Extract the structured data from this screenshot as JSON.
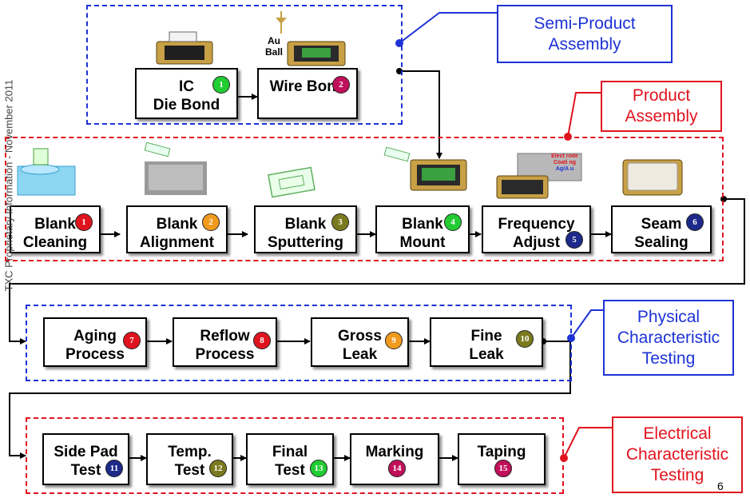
{
  "groups": {
    "semi_product": {
      "label": "Semi-Product Assembly"
    },
    "product": {
      "label": "Product Assembly"
    },
    "physical": {
      "label": "Physical Characteristic Testing"
    },
    "electrical": {
      "label": "Electrical Characteristic Testing"
    }
  },
  "steps": [
    {
      "line1": "IC",
      "line2": "Die Bond",
      "number": "1",
      "badge_color": "#22cc33"
    },
    {
      "line1": "Wire Bond",
      "line2": "",
      "number": "2",
      "badge_color": "#c0105a"
    },
    {
      "line1": "Blank",
      "line2": "Cleaning",
      "number": "1",
      "badge_color": "#e0141e"
    },
    {
      "line1": "Blank",
      "line2": "Alignment",
      "number": "2",
      "badge_color": "#f09a1e"
    },
    {
      "line1": "Blank",
      "line2": "Sputtering",
      "number": "3",
      "badge_color": "#7a7a1e"
    },
    {
      "line1": "Blank",
      "line2": "Mount",
      "number": "4",
      "badge_color": "#22cc33"
    },
    {
      "line1": "Frequency",
      "line2": "Adjust",
      "number": "5",
      "badge_color": "#1d2a8a"
    },
    {
      "line1": "Seam",
      "line2": "Sealing",
      "number": "6",
      "badge_color": "#1d2a8a"
    },
    {
      "line1": "Aging",
      "line2": "Process",
      "number": "7",
      "badge_color": "#e0141e"
    },
    {
      "line1": "Reflow",
      "line2": "Process",
      "number": "8",
      "badge_color": "#e0141e"
    },
    {
      "line1": "Gross",
      "line2": "Leak",
      "number": "9",
      "badge_color": "#f09a1e"
    },
    {
      "line1": "Fine",
      "line2": "Leak",
      "number": "10",
      "badge_color": "#7a7a1e"
    },
    {
      "line1": "Side Pad",
      "line2": "Test",
      "number": "11",
      "badge_color": "#1d2a8a"
    },
    {
      "line1": "Temp.",
      "line2": "Test",
      "number": "12",
      "badge_color": "#7a7a1e"
    },
    {
      "line1": "Final",
      "line2": "Test",
      "number": "13",
      "badge_color": "#22cc33"
    },
    {
      "line1": "Marking",
      "line2": "",
      "number": "14",
      "badge_color": "#c0105a"
    },
    {
      "line1": "Taping",
      "line2": "",
      "number": "15",
      "badge_color": "#c0105a"
    }
  ],
  "annotations": {
    "au_ball": "Au Ball",
    "chip_note": "Elect rode Coati ng",
    "chip_note_sub": "Ag/A u",
    "side_text": "TXC Proprietary Information - November 2011",
    "page_number": "6"
  }
}
